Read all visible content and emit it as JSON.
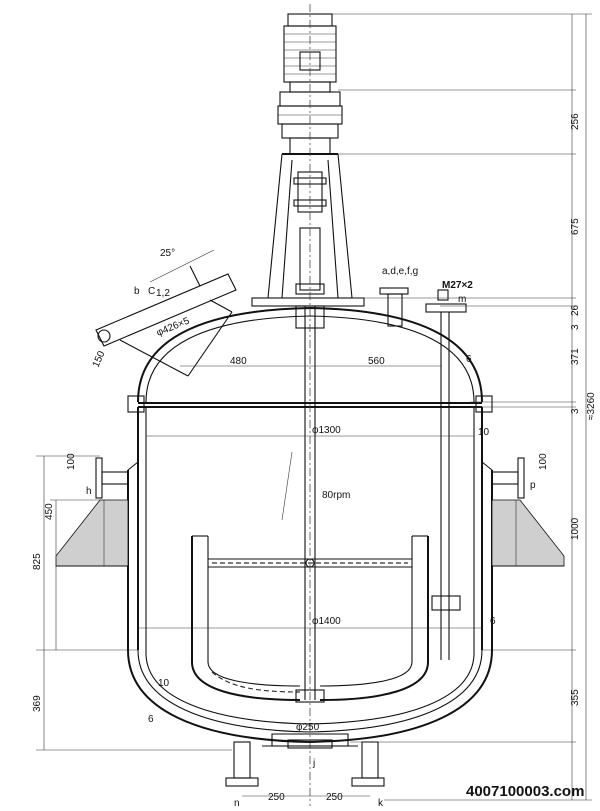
{
  "labels": {
    "angle": "25°",
    "nozzle_b": "b",
    "nozzle_c": "C",
    "nozzle_c_sub": "1,2",
    "manhole_dia": "φ426×5",
    "manhole_150": "150",
    "nozzle_group": "a,d,e,f,g",
    "thread": "M27×2",
    "thread_m": "m",
    "dist_480": "480",
    "dist_560": "560",
    "pipe_6": "6",
    "dia_1300": "φ1300",
    "wall_10": "10",
    "jacket_100_left": "100",
    "jacket_100_right": "100",
    "nozzle_h": "h",
    "nozzle_p": "p",
    "speed": "80rpm",
    "dia_1400": "φ1400",
    "wall_6_right": "6",
    "bottom_10": "10",
    "bottom_6": "6",
    "outlet_dia": "φ250",
    "nozzle_j": "j",
    "nozzle_n": "n",
    "nozzle_k": "k",
    "foot_250_left": "250",
    "foot_250_right": "250"
  },
  "dims_right": {
    "d256": "256",
    "d675": "675",
    "d26": "26",
    "d3a": "3",
    "d371": "371",
    "d3b": "3",
    "d1000": "1000",
    "d355": "355",
    "total": "≈3260"
  },
  "dims_left": {
    "d450": "450",
    "d825": "825",
    "d369": "369"
  },
  "watermark": "4007100003.com"
}
